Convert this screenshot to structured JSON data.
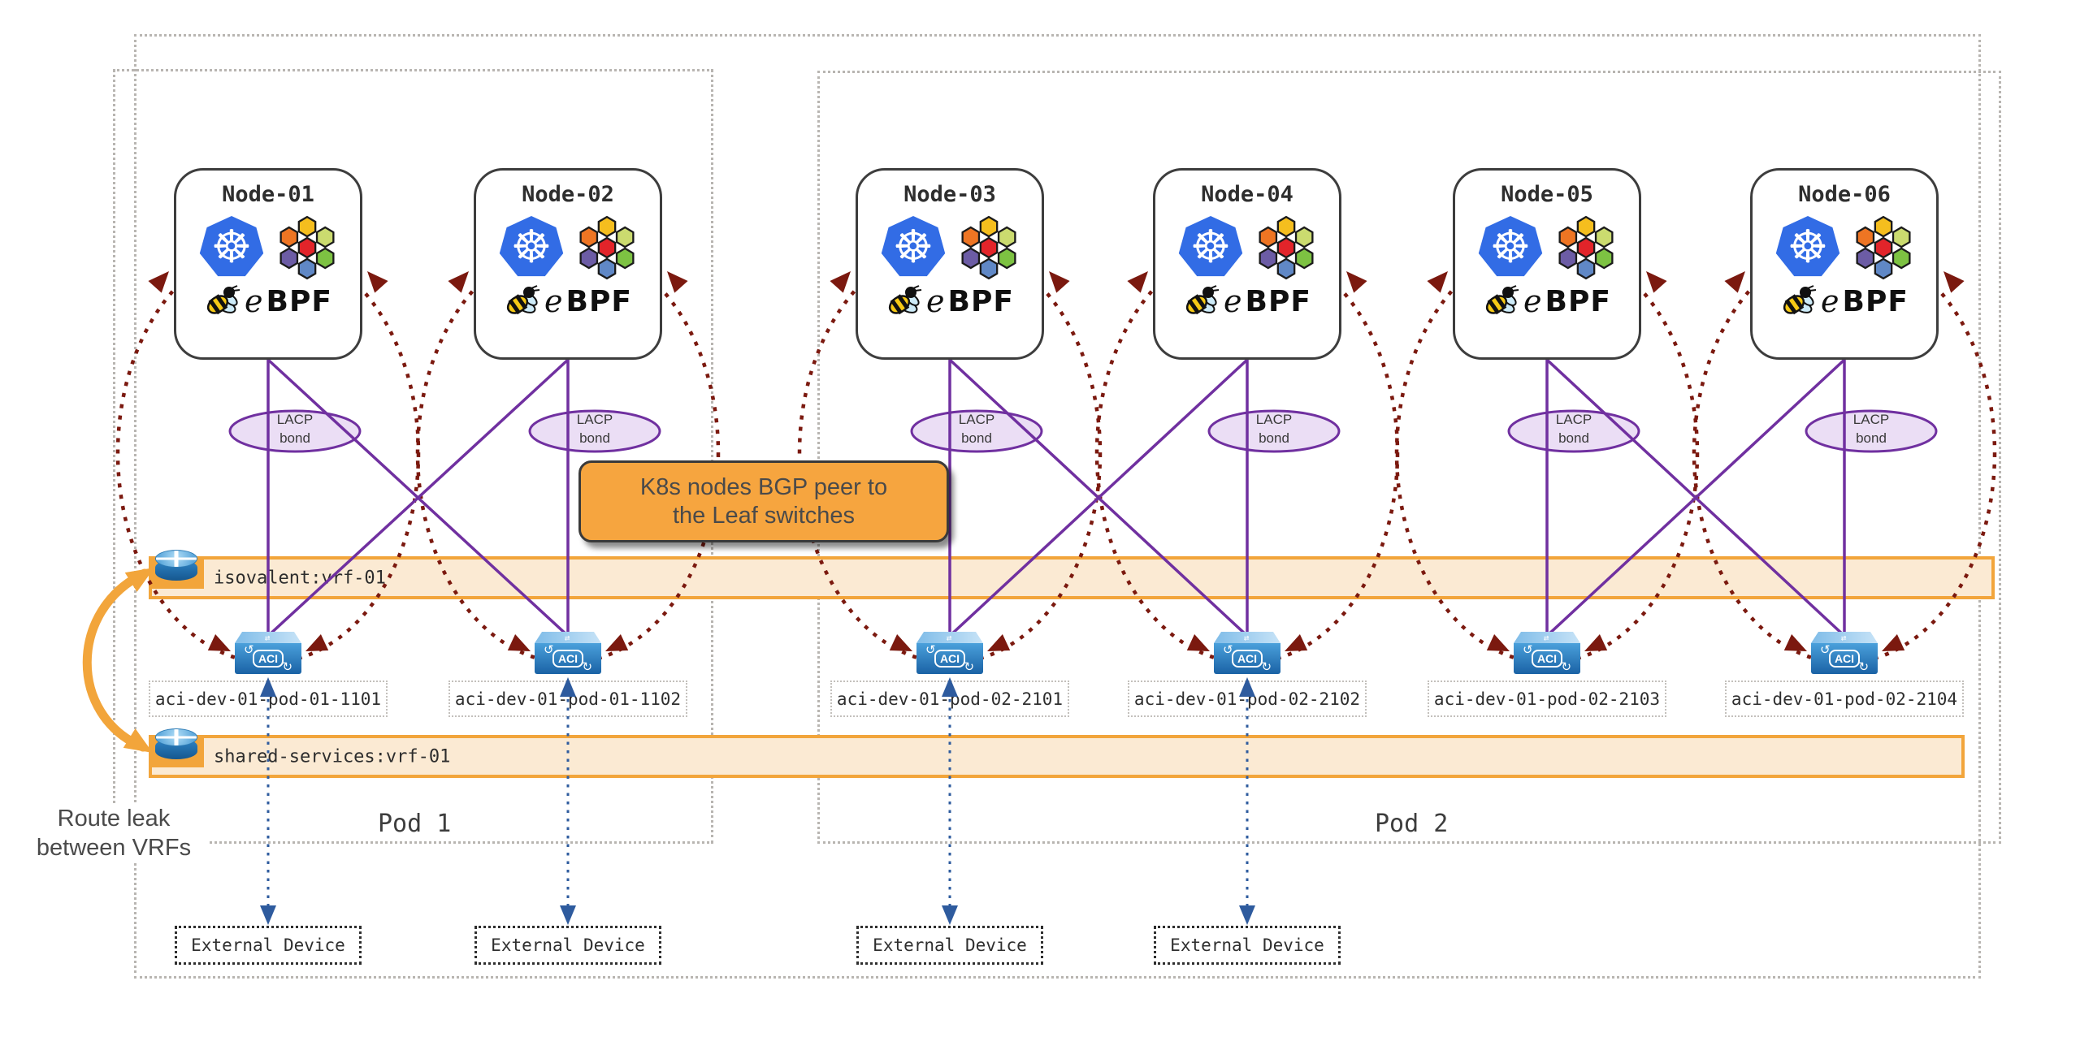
{
  "diagram": {
    "nodes": [
      {
        "label": "Node-01"
      },
      {
        "label": "Node-02"
      },
      {
        "label": "Node-03"
      },
      {
        "label": "Node-04"
      },
      {
        "label": "Node-05"
      },
      {
        "label": "Node-06"
      }
    ],
    "ebpf": {
      "e": "e",
      "bpf": "BPF"
    },
    "lacp": {
      "line1": "LACP",
      "line2": "bond"
    },
    "aci_chip": "ACI",
    "switches": [
      {
        "label": "aci-dev-01-pod-01-1101"
      },
      {
        "label": "aci-dev-01-pod-01-1102"
      },
      {
        "label": "aci-dev-01-pod-02-2101"
      },
      {
        "label": "aci-dev-01-pod-02-2102"
      },
      {
        "label": "aci-dev-01-pod-02-2103"
      },
      {
        "label": "aci-dev-01-pod-02-2104"
      }
    ],
    "pods": [
      {
        "label": "Pod 1"
      },
      {
        "label": "Pod 2"
      }
    ],
    "vrfs": [
      {
        "label": "isovalent:vrf-01"
      },
      {
        "label": "shared-services:vrf-01"
      }
    ],
    "external_devices": [
      {
        "label": "External Device"
      },
      {
        "label": "External Device"
      },
      {
        "label": "External Device"
      },
      {
        "label": "External Device"
      }
    ],
    "callout": {
      "line1": "K8s nodes BGP peer to",
      "line2": "the Leaf switches"
    },
    "route_leak": {
      "line1": "Route leak",
      "line2": "between VRFs"
    }
  },
  "colors": {
    "accent_orange": "#F2A53B",
    "band_fill": "#FBEAD3",
    "callout_fill": "#F6A53F",
    "purple": "#7030A0",
    "lacp_fill": "#EBDEF5",
    "dark_red": "#7B190F",
    "blue": "#2E5B9E",
    "k8s_blue": "#326CE5",
    "text_dark": "#3d3d3d"
  }
}
